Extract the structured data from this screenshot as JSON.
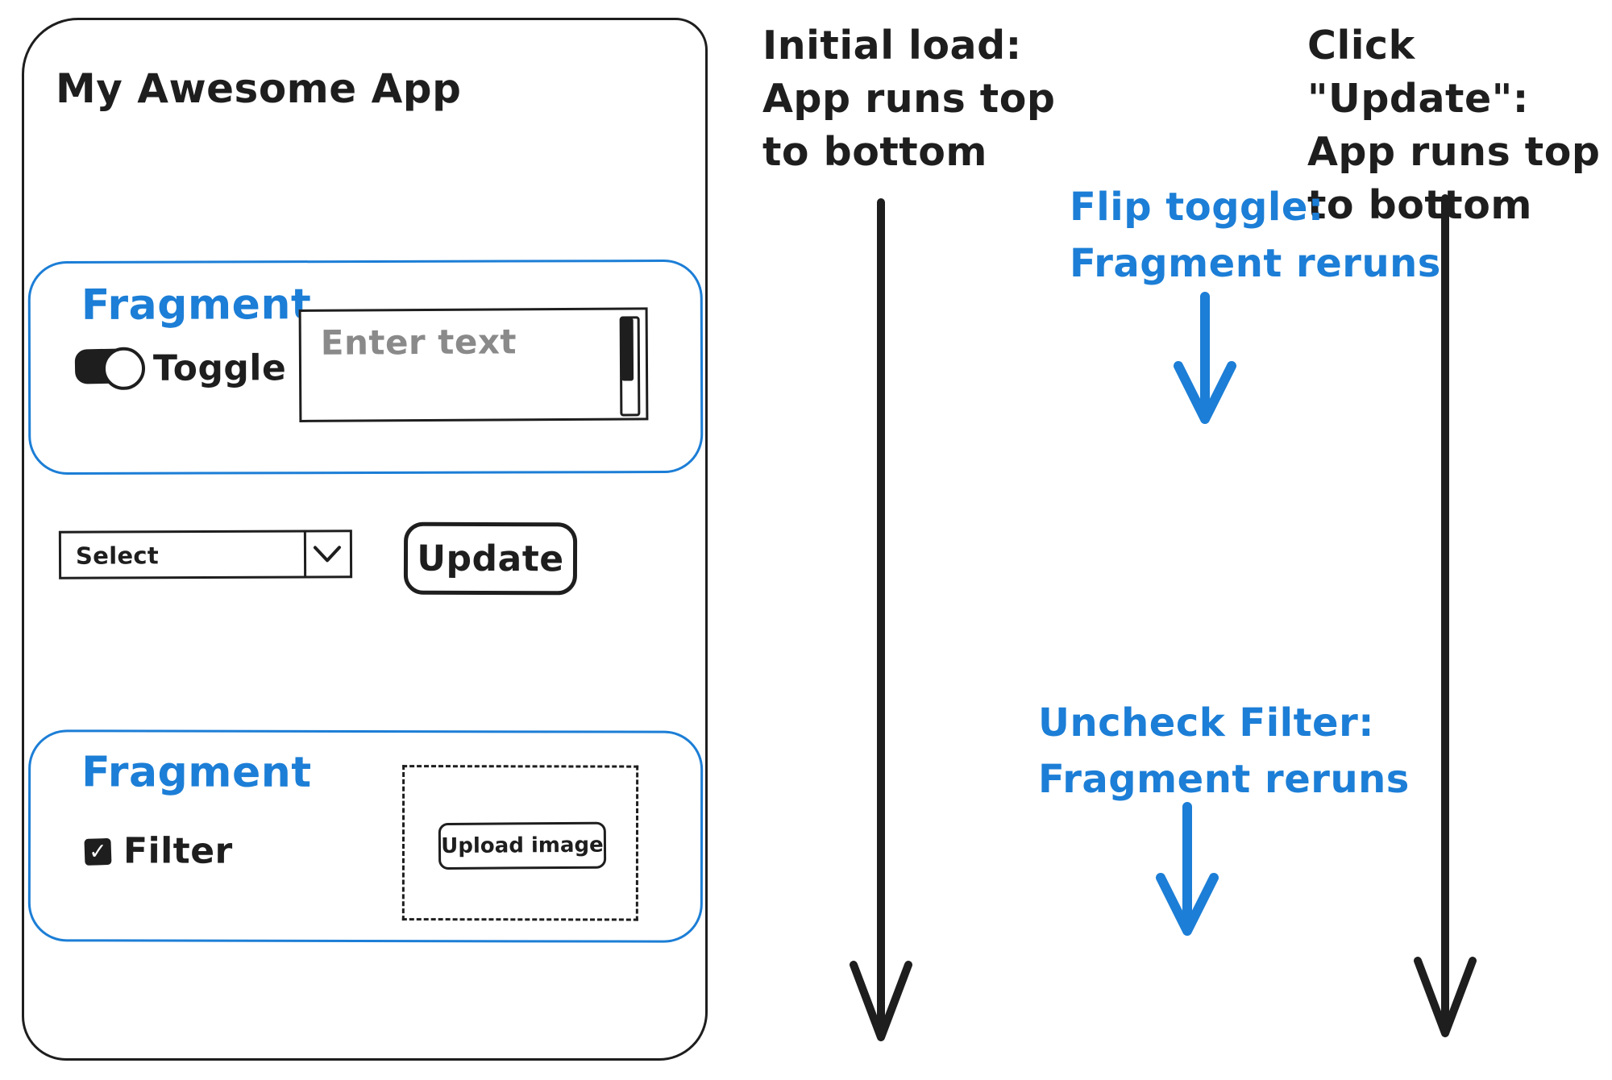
{
  "colors": {
    "ink": "#1e1e1e",
    "accent_blue": "#1c7ed6",
    "placeholder_gray": "#8a8a8a"
  },
  "app_mockup": {
    "title": "My Awesome App",
    "fragment_top": {
      "label": "Fragment",
      "toggle_label": "Toggle",
      "toggle_state": "on",
      "text_input_placeholder": "Enter text"
    },
    "select": {
      "value": "Select",
      "chevron_icon": "chevron-down"
    },
    "update_button": {
      "label": "Update"
    },
    "fragment_bottom": {
      "label": "Fragment",
      "checkbox_label": "Filter",
      "checkbox_checked": true,
      "checkbox_check_icon": "✓",
      "upload_button_label": "Upload image"
    }
  },
  "annotations": {
    "initial_load": {
      "lines": [
        "Initial load:",
        "App runs top",
        "to bottom"
      ],
      "color": "#1e1e1e"
    },
    "flip_toggle": {
      "lines": [
        "Flip toggle:",
        "Fragment reruns"
      ],
      "color": "#1c7ed6"
    },
    "uncheck_filter": {
      "lines": [
        "Uncheck Filter:",
        "Fragment reruns"
      ],
      "color": "#1c7ed6"
    },
    "click_update": {
      "lines": [
        "Click \"Update\":",
        "App runs top",
        "to bottom"
      ],
      "color": "#1e1e1e"
    }
  }
}
